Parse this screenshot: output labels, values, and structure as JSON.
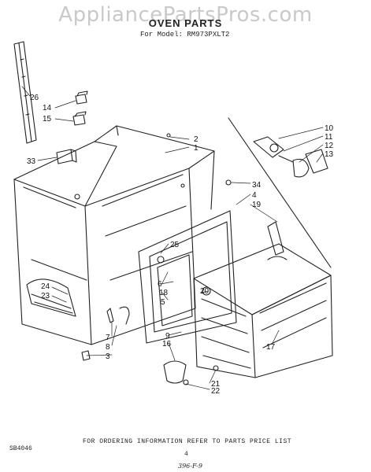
{
  "header": {
    "watermark": "AppliancePartsPros.com",
    "title": "OVEN PARTS",
    "model_line": "For Model: RM973PXLT2"
  },
  "callouts": [
    "26",
    "14",
    "15",
    "2",
    "1",
    "10",
    "11",
    "12",
    "13",
    "33",
    "34",
    "4",
    "19",
    "25",
    "18",
    "5",
    "20",
    "24",
    "23",
    "7",
    "8",
    "3",
    "9",
    "17",
    "16",
    "21",
    "22",
    "6"
  ],
  "footer": {
    "ordering_note": "FOR ORDERING INFORMATION REFER TO PARTS PRICE LIST",
    "code": "SB4046",
    "page_number": "4",
    "handwritten": "396-F-9"
  }
}
